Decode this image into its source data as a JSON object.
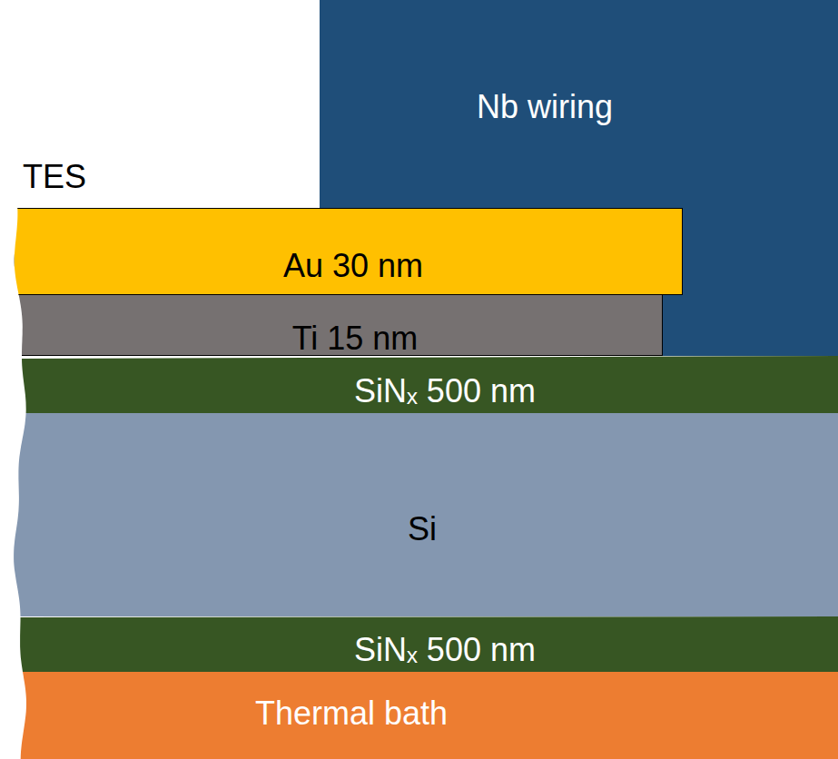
{
  "diagram": {
    "nodes": [
      {
        "text": [
          "Nb wiring"
        ]
      },
      {
        "text": [
          "Au 30 nm"
        ]
      },
      {
        "text": [
          "Ti 15 nm"
        ]
      },
      {
        "text": [
          "SiNₓ 500 nm"
        ]
      },
      {
        "text": [
          "Si"
        ]
      },
      {
        "text": [
          "SiNₓ 500 nm"
        ]
      },
      {
        "text": [
          "Thermal bath"
        ]
      }
    ],
    "labels": [
      "TES"
    ]
  }
}
